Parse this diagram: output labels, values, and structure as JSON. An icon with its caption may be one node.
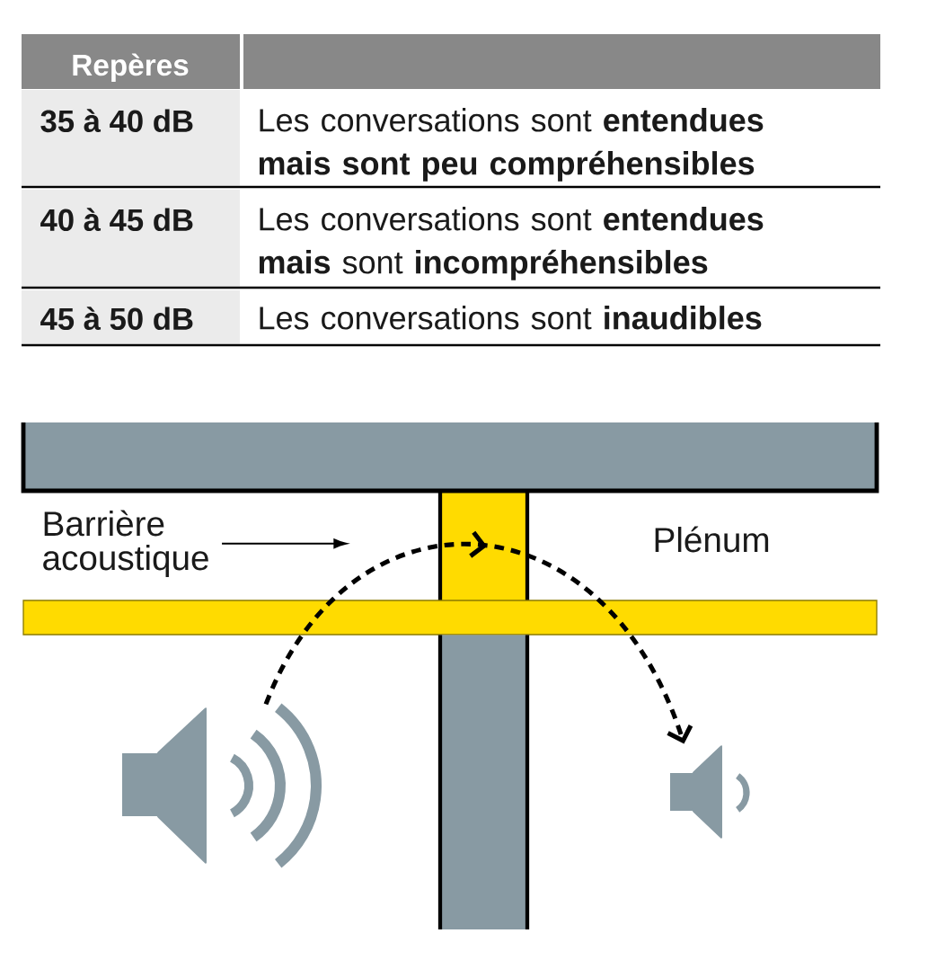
{
  "diagram": {
    "nodes": [
      {
        "text": [
          "Barrière acoustique"
        ]
      },
      {
        "text": [],
        "shape": "picture"
      },
      {
        "text": [],
        "shape": "picture"
      }
    ],
    "edges": [
      {
        "from": 0,
        "to": null,
        "arrow": "to"
      },
      {
        "from": 1,
        "to": 2,
        "arrow": "to",
        "style": "dashed"
      }
    ],
    "labels": [
      "Repères",
      "35 à 40 dB",
      "Les conversations sont **entendues mais sont peu compréhensibles**",
      "40 à 45 dB",
      "Les conversations sont **entendues mais** sont **incompréhensibles**",
      "45 à 50 dB",
      "Les conversations sont **inaudibles**",
      "Plénum"
    ]
  }
}
